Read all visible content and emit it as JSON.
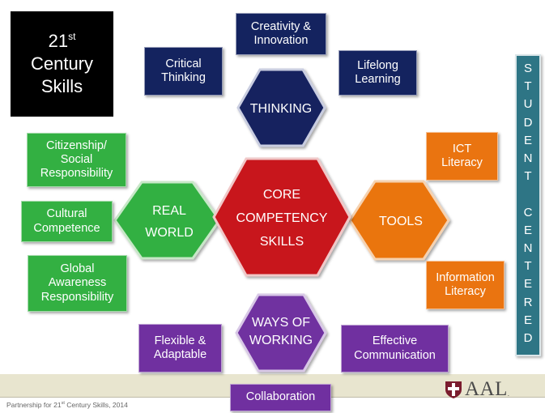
{
  "title": {
    "prefix": "21",
    "superscript": "st",
    "line2": "Century",
    "line3": "Skills"
  },
  "center": {
    "line1": "CORE",
    "line2": "COMPETENCY",
    "line3": "SKILLS",
    "color": "#c8141c"
  },
  "hexagons": {
    "thinking": {
      "label": "THINKING",
      "color": "#14235f"
    },
    "real_world": {
      "line1": "REAL",
      "line2": "WORLD",
      "color": "#33b042"
    },
    "tools": {
      "label": "TOOLS",
      "color": "#ea7410"
    },
    "ways_of_working": {
      "line1": "WAYS OF",
      "line2": "WORKING",
      "color": "#7030a0"
    }
  },
  "thinking_skills": {
    "creativity": "Creativity &\nInnovation",
    "critical": "Critical\nThinking",
    "lifelong": "Lifelong\nLearning"
  },
  "real_world_skills": {
    "citizenship": "Citizenship/\nSocial\nResponsibility",
    "cultural": "Cultural\nCompetence",
    "global": "Global\nAwareness\nResponsibility"
  },
  "tools_skills": {
    "ict": "ICT\nLiteracy",
    "information": "Information\nLiteracy"
  },
  "working_skills": {
    "flexible": "Flexible &\nAdaptable",
    "effective": "Effective\nCommunication",
    "collaboration": "Collaboration"
  },
  "student_centered": [
    "S",
    "T",
    "U",
    "D",
    "E",
    "N",
    "T",
    "",
    "C",
    "E",
    "N",
    "T",
    "E",
    "R",
    "E",
    "D"
  ],
  "footer": {
    "credit_prefix": "Partnership for 21",
    "credit_sup": "st",
    "credit_suffix": " Century Skills, 2014"
  },
  "logo": {
    "text": "AAL",
    "dot": "."
  }
}
